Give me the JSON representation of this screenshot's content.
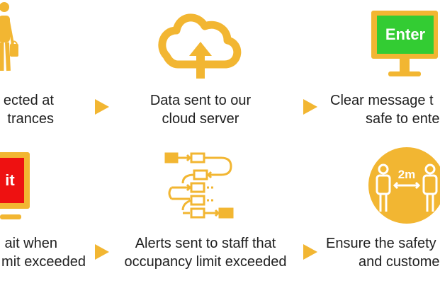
{
  "accent_color": "#f2b632",
  "steps": [
    {
      "icon": "person-with-bag-icon",
      "line1": "ected at",
      "line2": "trances"
    },
    {
      "icon": "cloud-upload-icon",
      "line1": "Data sent to our",
      "line2": "cloud server"
    },
    {
      "icon": "monitor-enter-icon",
      "screen_text": "Enter",
      "line1": "Clear message t",
      "line2": "safe to ente"
    },
    {
      "icon": "monitor-wait-icon",
      "screen_text": "it",
      "line1": "ait when",
      "line2": "mit exceeded"
    },
    {
      "icon": "flowchart-alert-icon",
      "line1": "Alerts sent to staff that",
      "line2": "occupancy limit exceeded"
    },
    {
      "icon": "social-distance-icon",
      "badge_text": "2m",
      "line1": "Ensure the safety",
      "line2": "and custome"
    }
  ]
}
